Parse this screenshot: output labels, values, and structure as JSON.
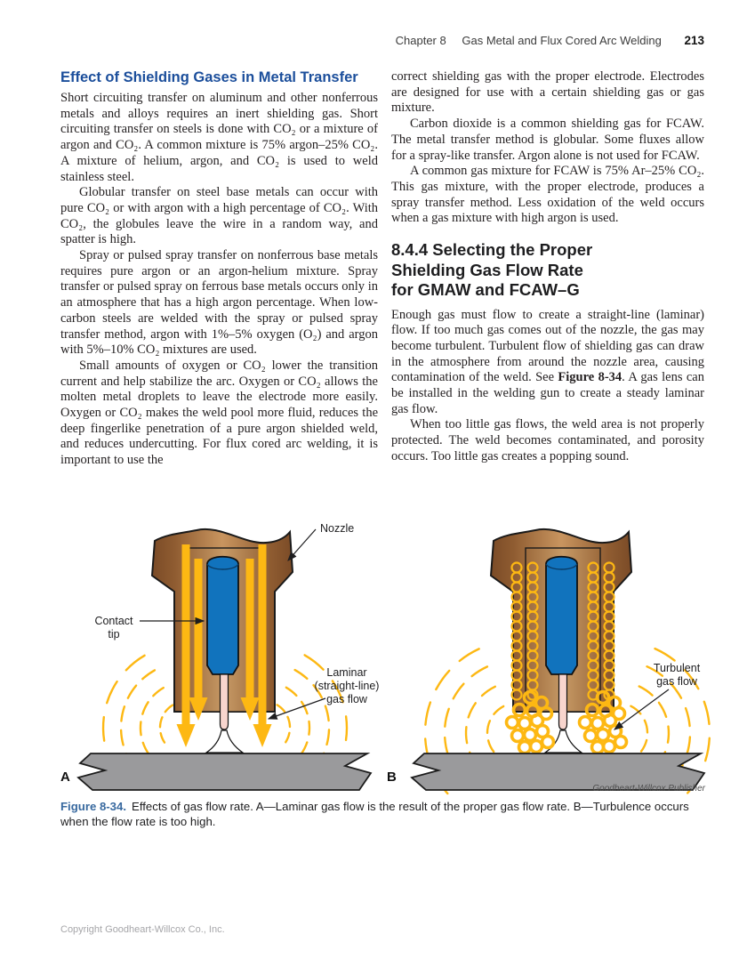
{
  "theme": {
    "heading_blue": "#1b4e9b",
    "caption_blue": "#38699f",
    "text": "#231f20",
    "yellow": "#fdb813",
    "tip_blue": "#1173bd",
    "nozzle_dark": "#7b4b27",
    "nozzle_mid": "#8f5c31",
    "nozzle_light": "#c9955f",
    "bore_light": "#c79a66",
    "bore_dark": "#9c6a3c",
    "wire_pink": "#f8d5ce",
    "steel_gray": "#9a9a9c",
    "gray_text": "#a6a6a9"
  },
  "header": {
    "chapter": "Chapter 8",
    "title": "Gas Metal and Flux Cored Arc Welding",
    "page_number": "213"
  },
  "left_column": {
    "heading": "Effect of Shielding Gases in Metal Transfer",
    "p1": "Short circuiting transfer on aluminum and other nonferrous metals and alloys requires an inert shielding gas. Short circuiting transfer on steels is done with CO₂ or a mixture of argon and CO₂. A common mixture is 75% argon–25% CO₂. A mixture of helium, argon, and CO₂ is used to weld stainless steel.",
    "p2": "Globular transfer on steel base metals can occur with pure CO₂ or with argon with a high percentage of CO₂. With CO₂, the globules leave the wire in a random way, and spatter is high.",
    "p3": "Spray or pulsed spray transfer on nonferrous base metals requires pure argon or an argon-helium mixture. Spray transfer or pulsed spray on ferrous base metals occurs only in an atmosphere that has a high argon percentage. When low-carbon steels are welded with the spray or pulsed spray transfer method, argon with 1%–5% oxygen (O₂) and argon with 5%–10% CO₂ mixtures are used.",
    "p4": "Small amounts of oxygen or CO₂ lower the transition current and help stabilize the arc. Oxygen or CO₂ allows the molten metal droplets to leave the electrode more easily. Oxygen or CO₂ makes the weld pool more fluid, reduces the deep fingerlike penetration of a pure argon shielded weld, and reduces undercutting. For flux cored arc welding, it is important to use the"
  },
  "right_column": {
    "p1": "correct shielding gas with the proper electrode. Electrodes are designed for use with a certain shielding gas or gas mixture.",
    "p2": "Carbon dioxide is a common shielding gas for FCAW. The metal transfer method is globular. Some fluxes allow for a spray-like transfer. Argon alone is not used for FCAW.",
    "p3": "A common gas mixture for FCAW is 75% Ar–25% CO₂. This gas mixture, with the proper electrode, produces a spray transfer method. Less oxidation of the weld occurs when a gas mixture with high argon is used.",
    "section_heading": "8.4.4 Selecting the Proper\nShielding Gas Flow Rate\nfor GMAW and FCAW–G",
    "p4_before": "Enough gas must flow to create a straight-line (laminar) flow. If too much gas comes out of the nozzle, the gas may become turbulent. Turbulent flow of shielding gas can draw in the atmosphere from around the nozzle area, causing contamination of the weld. See ",
    "p4_figref": "Figure 8-34",
    "p4_after": ". A gas lens can be installed in the welding gun to create a steady laminar gas flow.",
    "p5": "When too little gas flows, the weld area is not properly protected. The weld becomes contaminated, and porosity occurs. Too little gas creates a popping sound."
  },
  "figure": {
    "labels": {
      "nozzle": "Nozzle",
      "contact_line1": "Contact",
      "contact_line2": "tip",
      "laminar_line1": "Laminar",
      "laminar_line2": "(straight-line)",
      "laminar_line3": "gas flow",
      "turbulent_line1": "Turbulent",
      "turbulent_line2": "gas flow",
      "marker_a": "A",
      "marker_b": "B"
    },
    "credit": "Goodheart-Willcox Publisher",
    "caption_label": "Figure 8-34.",
    "caption_text": "Effects of gas flow rate. A—Laminar gas flow is the result of the proper gas flow rate. B—Turbulence occurs when the flow rate is too high."
  },
  "footer": {
    "copyright": "Copyright Goodheart-Willcox Co., Inc."
  }
}
